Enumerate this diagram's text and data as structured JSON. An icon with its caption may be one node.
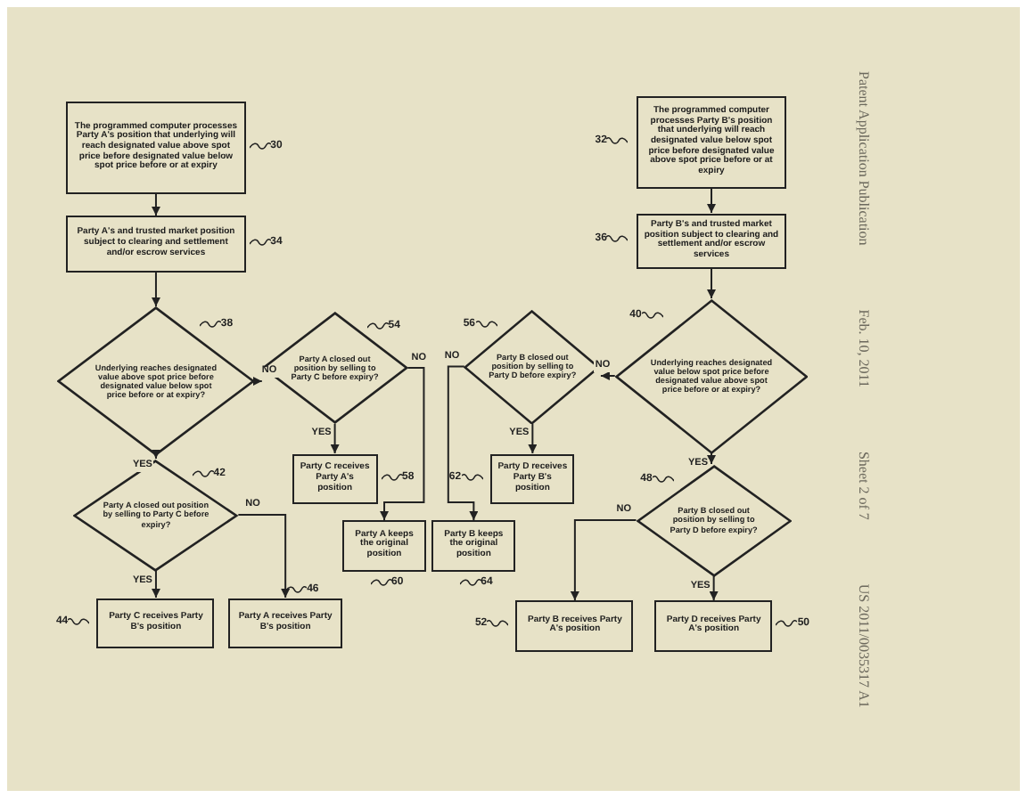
{
  "diagram": {
    "nodes": [
      {
        "text": [
          "The programmed computer processes Party A's position that underlying will reach designated value above spot price before designated value below spot price before or at expiry"
        ],
        "beside": [
          "30"
        ]
      },
      {
        "text": [
          "Party A's and trusted market position subject to clearing and settlement and/or escrow services"
        ],
        "beside": [
          "34"
        ]
      },
      {
        "text": [
          "Underlying reaches designated value above spot price before designated value below spot price before or at expiry?"
        ],
        "beside": [
          "38"
        ]
      },
      {
        "text": [
          "Party A closed out position by selling to Party C before expiry?"
        ],
        "beside": [
          "54"
        ]
      },
      {
        "text": [
          "Party C receives Party A's position"
        ],
        "beside": [
          "58"
        ]
      },
      {
        "text": [
          "Party A keeps the original position"
        ],
        "beside": [
          "60"
        ]
      },
      {
        "text": [
          "Party A closed out position by selling to Party C before expiry?"
        ],
        "beside": [
          "42"
        ]
      },
      {
        "text": [
          "Party C receives Party B's position"
        ],
        "beside": [
          "44"
        ]
      },
      {
        "text": [
          "Party A receives Party B's position"
        ],
        "beside": [
          "46"
        ]
      },
      {
        "text": [
          "The programmed computer processes Party B's position that underlying will reach designated value below spot price before designated value above spot price before or at expiry"
        ],
        "beside": [
          "32"
        ]
      },
      {
        "text": [
          "Party B's and trusted market position subject to clearing and settlement and/or escrow services"
        ],
        "beside": [
          "36"
        ]
      },
      {
        "text": [
          "Underlying reaches designated value below spot price before designated value above spot price before or at expiry?"
        ],
        "beside": [
          "40"
        ]
      },
      {
        "text": [
          "Party B closed out position by selling to Party D before expiry?"
        ],
        "beside": [
          "56"
        ]
      },
      {
        "text": [
          "Party D receives Party B's position"
        ],
        "beside": [
          "62"
        ]
      },
      {
        "text": [
          "Party B keeps the original position"
        ],
        "beside": [
          "64"
        ]
      },
      {
        "text": [
          "Party B closed out position by selling to Party D before expiry?"
        ],
        "beside": [
          "48"
        ]
      },
      {
        "text": [
          "Party B receives Party A's position"
        ],
        "beside": [
          "52"
        ]
      },
      {
        "text": [
          "Party D receives Party A's position"
        ],
        "beside": [
          "50"
        ]
      }
    ],
    "edges": [
      {
        "from": 0,
        "to": 1,
        "arrow": "to"
      },
      {
        "from": 1,
        "to": 2,
        "arrow": "to"
      },
      {
        "from": 2,
        "to": 3,
        "arrow": "to",
        "label": "NO"
      },
      {
        "from": 2,
        "to": 6,
        "arrow": "to",
        "label": "YES"
      },
      {
        "from": 3,
        "to": 4,
        "arrow": "to",
        "label": "YES"
      },
      {
        "from": 3,
        "to": 5,
        "arrow": "to",
        "label": "NO"
      },
      {
        "from": 6,
        "to": 7,
        "arrow": "to",
        "label": "YES"
      },
      {
        "from": 6,
        "to": 8,
        "arrow": "to",
        "label": "NO"
      },
      {
        "from": 9,
        "to": 10,
        "arrow": "to"
      },
      {
        "from": 10,
        "to": 11,
        "arrow": "to"
      },
      {
        "from": 11,
        "to": 12,
        "arrow": "to",
        "label": "NO"
      },
      {
        "from": 11,
        "to": 15,
        "arrow": "to",
        "label": "YES"
      },
      {
        "from": 12,
        "to": 13,
        "arrow": "to",
        "label": "YES"
      },
      {
        "from": 12,
        "to": 14,
        "arrow": "to",
        "label": "NO"
      },
      {
        "from": 15,
        "to": 17,
        "arrow": "to",
        "label": "YES"
      },
      {
        "from": 15,
        "to": 16,
        "arrow": "to",
        "label": "NO"
      }
    ],
    "labels": [
      "Patent Application Publication",
      "Feb. 10, 2011",
      "Sheet 2 of 7",
      "US 2011/0035317 A1"
    ]
  }
}
